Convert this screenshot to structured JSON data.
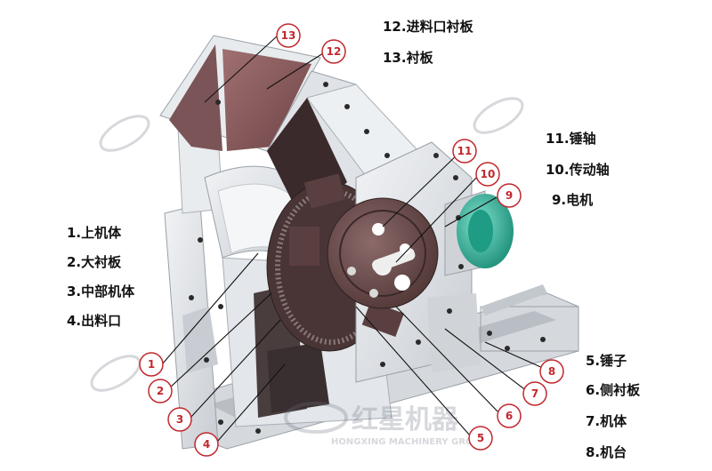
{
  "legend_left": [
    {
      "id": "legend-1",
      "text": "1.上机体"
    },
    {
      "id": "legend-2",
      "text": "2.大衬板"
    },
    {
      "id": "legend-3",
      "text": "3.中部机体"
    },
    {
      "id": "legend-4",
      "text": "4.出料口"
    }
  ],
  "legend_top": [
    {
      "id": "legend-12",
      "text": "12.进料口衬板"
    },
    {
      "id": "legend-13",
      "text": "13.衬板"
    }
  ],
  "legend_right_top": [
    {
      "id": "legend-11",
      "text": "11.锤轴"
    },
    {
      "id": "legend-10",
      "text": "10.传动轴"
    },
    {
      "id": "legend-9",
      "text": "9.电机"
    }
  ],
  "legend_right_bottom": [
    {
      "id": "legend-5",
      "text": "5.锤子"
    },
    {
      "id": "legend-6",
      "text": "6.侧衬板"
    },
    {
      "id": "legend-7",
      "text": "7.机体"
    },
    {
      "id": "legend-8",
      "text": "8.机台"
    }
  ],
  "callouts": [
    "1",
    "2",
    "3",
    "4",
    "5",
    "6",
    "7",
    "8",
    "9",
    "10",
    "11",
    "12",
    "13"
  ],
  "watermark": {
    "main": "红星机器",
    "sub": "HONGXING MACHINERY GROUP"
  },
  "colors": {
    "callout": "#c0282e",
    "liner": "#8a5a5c",
    "frame": "#dfe2e6",
    "motor": "#2bb39a",
    "rotor": "#6b4e4e"
  }
}
